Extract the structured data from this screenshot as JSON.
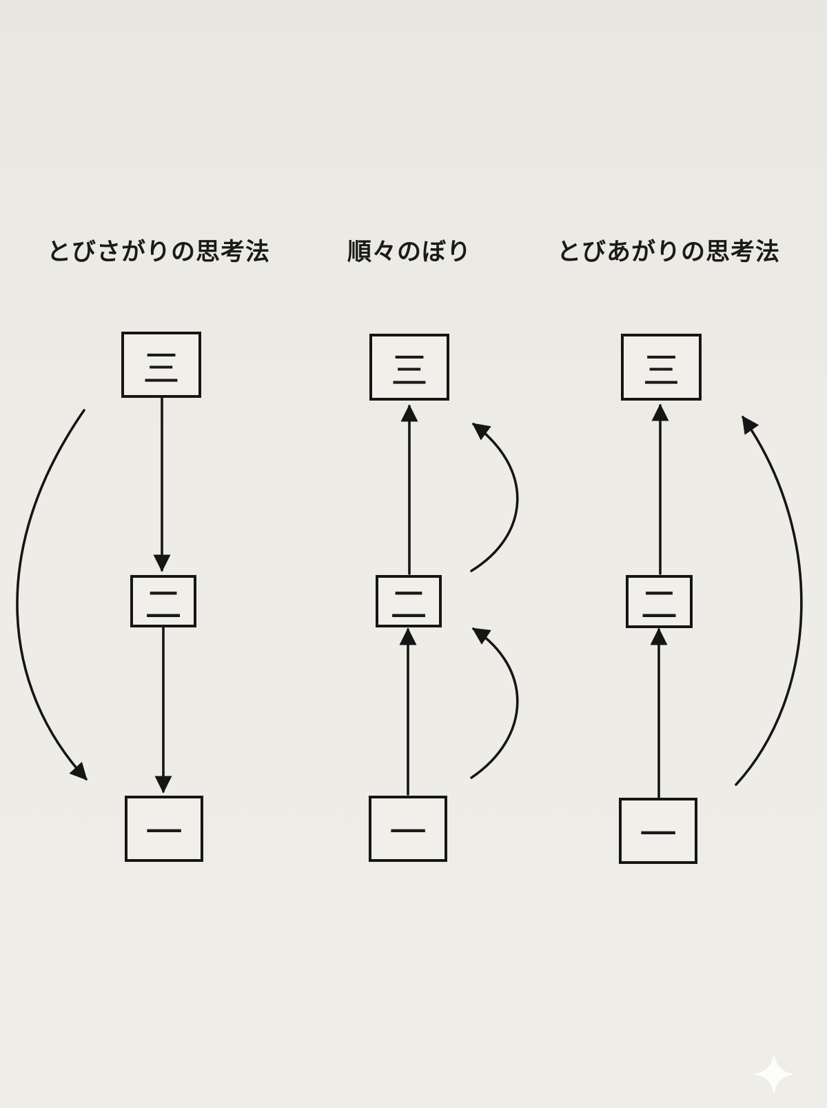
{
  "columns": [
    {
      "title": "とびさがりの思考法",
      "boxes": {
        "top": "三",
        "middle": "二",
        "bottom": "一"
      }
    },
    {
      "title": "順々のぼり",
      "boxes": {
        "top": "三",
        "middle": "二",
        "bottom": "一"
      }
    },
    {
      "title": "とびあがりの思考法",
      "boxes": {
        "top": "三",
        "middle": "二",
        "bottom": "一"
      }
    }
  ],
  "colors": {
    "ink": "#151515",
    "paper": "#eeece6",
    "sparkle": "#ffffff"
  },
  "icons": {
    "watermark": "sparkle-icon"
  }
}
